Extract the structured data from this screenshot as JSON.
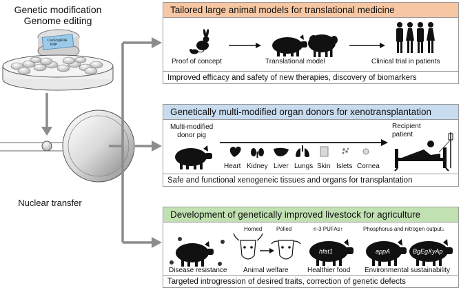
{
  "left": {
    "title_line1": "Genetic modification",
    "title_line2": "Genome editing",
    "vial_label_line1": "Cas9/sgRNA",
    "vial_label_line2": "RNP",
    "nuclear_transfer": "Nuclear transfer"
  },
  "panels": [
    {
      "title": "Tailored large animal models for translational medicine",
      "items": [
        "Proof of concept",
        "Translational model",
        "Clinical trial in patients"
      ],
      "footer": "Improved efficacy and safety of new therapies, discovery of biomarkers",
      "color": "#f7c7a3"
    },
    {
      "title": "Genetically multi-modified organ donors for xenotransplantation",
      "donor_line1": "Multi-modified",
      "donor_line2": "donor pig",
      "organs": [
        "Heart",
        "Kidney",
        "Liver",
        "Lungs",
        "Skin",
        "Islets",
        "Cornea"
      ],
      "recipient_line1": "Recipient",
      "recipient_line2": "patient",
      "footer": "Safe and functional xenogeneic tissues and organs for transplantation",
      "color": "#c9dcef"
    },
    {
      "title": "Development of genetically improved livestock for agriculture",
      "horned": "Horned",
      "polled": "Polled",
      "pufa": "n-3 PUFAs↑",
      "phosphorus": "Phosphorus and nitrogen output↓",
      "gene_hfat1": "hfat1",
      "gene_appa": "appA",
      "gene_bgeg": "BgEgXyAp",
      "items": [
        "Disease resistance",
        "Animal welfare",
        "Healthier food",
        "Environmental sustainability"
      ],
      "footer": "Targeted introgression of desired traits, correction of genetic defects",
      "color": "#c2e1b2"
    }
  ]
}
